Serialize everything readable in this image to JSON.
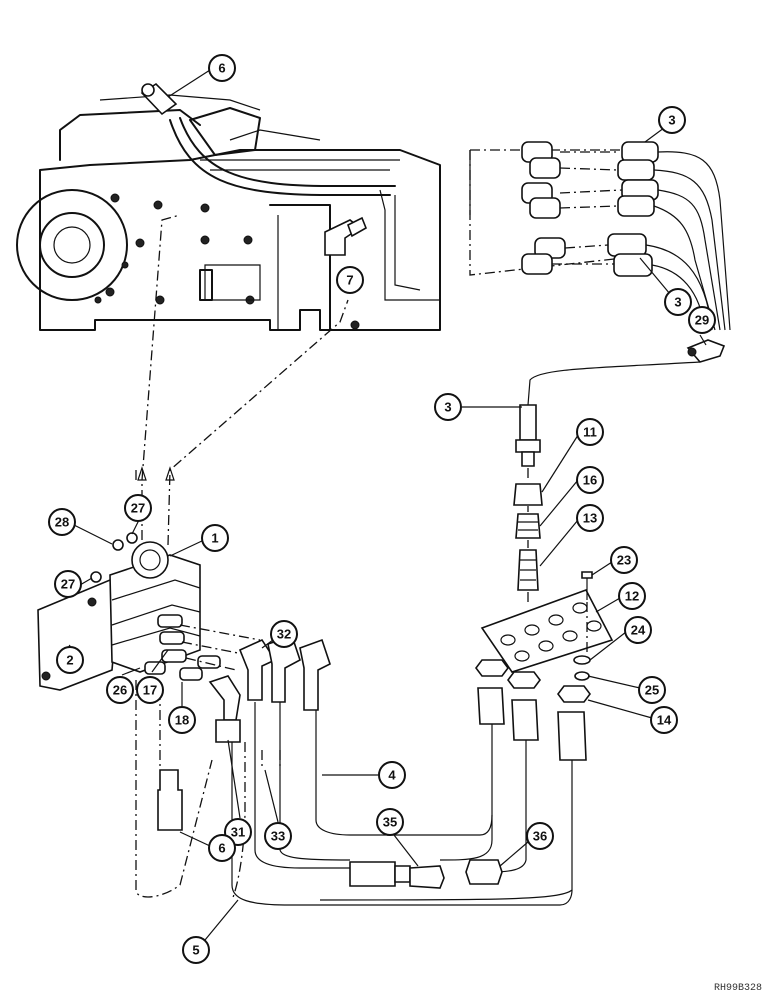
{
  "diagram": {
    "reference_code": "RH99B328",
    "callouts": [
      {
        "id": "c-6-top",
        "label": "6"
      },
      {
        "id": "c-3-top",
        "label": "3"
      },
      {
        "id": "c-7",
        "label": "7"
      },
      {
        "id": "c-3-mid",
        "label": "3"
      },
      {
        "id": "c-29",
        "label": "29"
      },
      {
        "id": "c-3-left",
        "label": "3"
      },
      {
        "id": "c-11",
        "label": "11"
      },
      {
        "id": "c-16",
        "label": "16"
      },
      {
        "id": "c-13",
        "label": "13"
      },
      {
        "id": "c-23",
        "label": "23"
      },
      {
        "id": "c-12",
        "label": "12"
      },
      {
        "id": "c-24",
        "label": "24"
      },
      {
        "id": "c-25",
        "label": "25"
      },
      {
        "id": "c-14",
        "label": "14"
      },
      {
        "id": "c-28",
        "label": "28"
      },
      {
        "id": "c-27-a",
        "label": "27"
      },
      {
        "id": "c-1",
        "label": "1"
      },
      {
        "id": "c-27-b",
        "label": "27"
      },
      {
        "id": "c-2",
        "label": "2"
      },
      {
        "id": "c-26",
        "label": "26"
      },
      {
        "id": "c-17",
        "label": "17"
      },
      {
        "id": "c-18",
        "label": "18"
      },
      {
        "id": "c-32",
        "label": "32"
      },
      {
        "id": "c-31",
        "label": "31"
      },
      {
        "id": "c-33",
        "label": "33"
      },
      {
        "id": "c-4",
        "label": "4"
      },
      {
        "id": "c-35",
        "label": "35"
      },
      {
        "id": "c-36",
        "label": "36"
      },
      {
        "id": "c-6-bottom",
        "label": "6"
      },
      {
        "id": "c-5",
        "label": "5"
      }
    ]
  }
}
